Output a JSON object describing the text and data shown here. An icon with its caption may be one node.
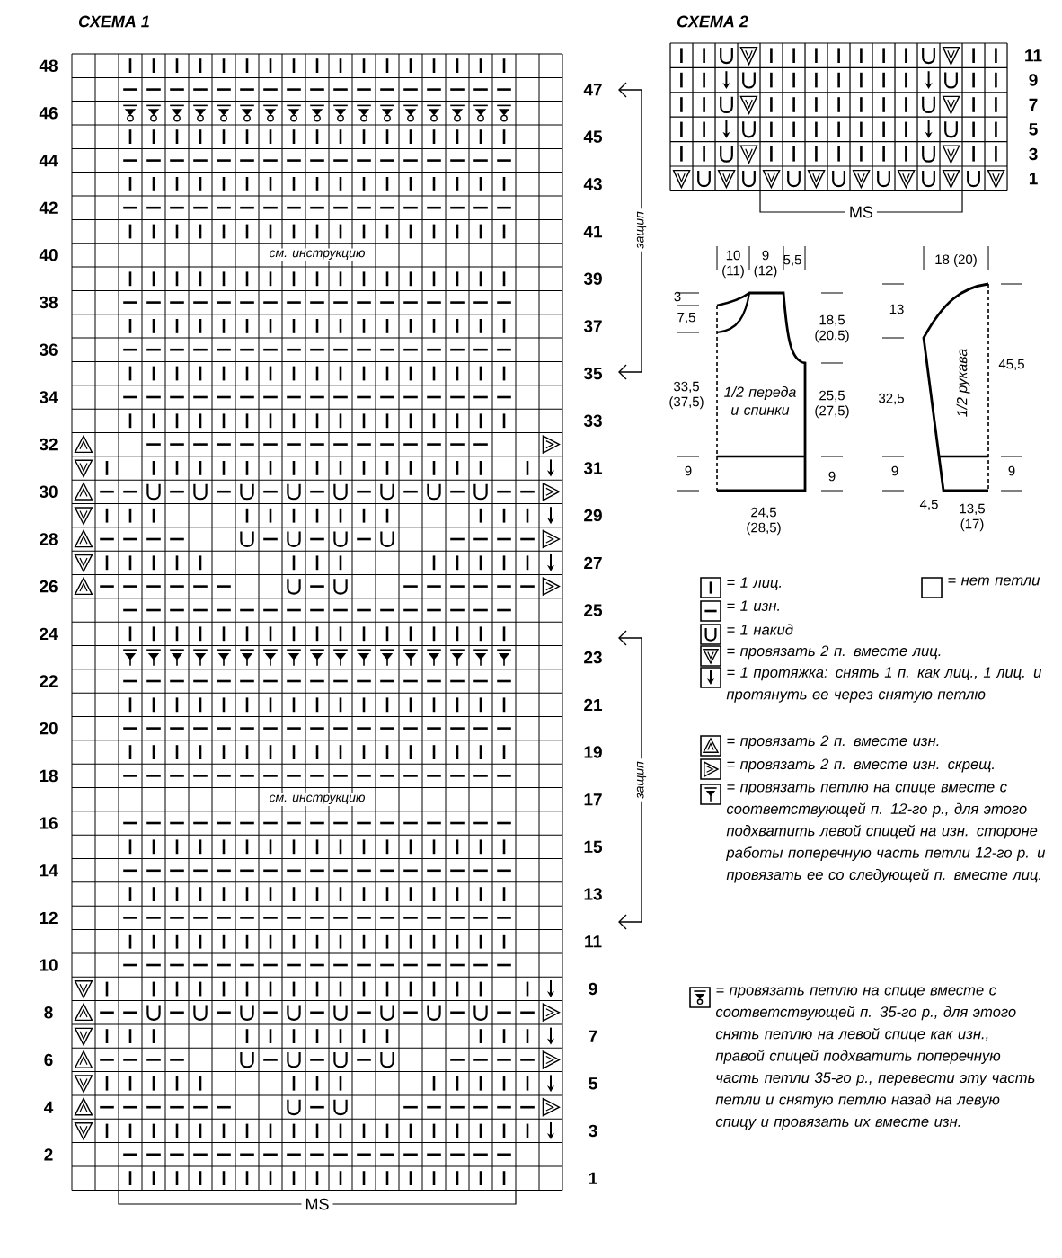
{
  "diagram": {
    "nodes": [
      {
        "text": [
          "1/2 переда и спинки"
        ]
      },
      {
        "text": [
          "1/2 рукава"
        ]
      }
    ],
    "labels": [
      "СХЕМА 1",
      "СХЕМА 2",
      "11",
      "9",
      "7",
      "5",
      "3",
      "1",
      "48",
      "47",
      "46",
      "45",
      "44",
      "43",
      "42",
      "41",
      "40",
      "39",
      "38",
      "37",
      "36",
      "35",
      "34",
      "33",
      "32",
      "31",
      "30",
      "29",
      "28",
      "27",
      "26",
      "25",
      "24",
      "23",
      "22",
      "21",
      "20",
      "19",
      "18",
      "17",
      "16",
      "15",
      "14",
      "13",
      "12",
      "11",
      "10",
      "9",
      "8",
      "7",
      "6",
      "5",
      "4",
      "3",
      "2",
      "1",
      "см. инструкцию",
      "защип",
      "см. инструкцию",
      "защип",
      "MS",
      "MS",
      "10 (11)",
      "9 (12)",
      "5,5",
      "3",
      "7,5",
      "18,5 (20,5)",
      "33,5 (37,5)",
      "25,5 (27,5)",
      "9",
      "9",
      "24,5 (28,5)",
      "18 (20)",
      "13",
      "45,5",
      "32,5",
      "9",
      "9",
      "4,5",
      "13,5 (17)"
    ],
    "legend": [
      {
        "text": "= 1 лиц."
      },
      {
        "text": "= нет петли"
      },
      {
        "text": "= 1 изн."
      },
      {
        "text": "= 1 накид"
      },
      {
        "text": "= провязать 2 п. вместе лиц."
      },
      {
        "text": "= 1 протяжка: снять 1 п. как лиц., 1 лиц. и протянуть ее через снятую петлю"
      },
      {
        "text": "= провязать 2 п. вместе изн."
      },
      {
        "text": "= провязать 2 п. вместе изн. скрещ."
      },
      {
        "text": "= провязать петлю на спице вместе с соответствующей п. 12-го р., для этого подхватить левой спицей на изн. стороне работы поперечную часть петли 12-го р. и провязать ее со следующей п. вместе лиц."
      },
      {
        "text": "= провязать петлю на спице вместе с соответствующей п. 35-го р., для этого снять петлю на левой спице как изн., правой спицей подхватить поперечную часть петли 35-го р., перевести эту часть петли и снятую петлю назад на левую спицу и провязать их вместе изн."
      }
    ]
  }
}
